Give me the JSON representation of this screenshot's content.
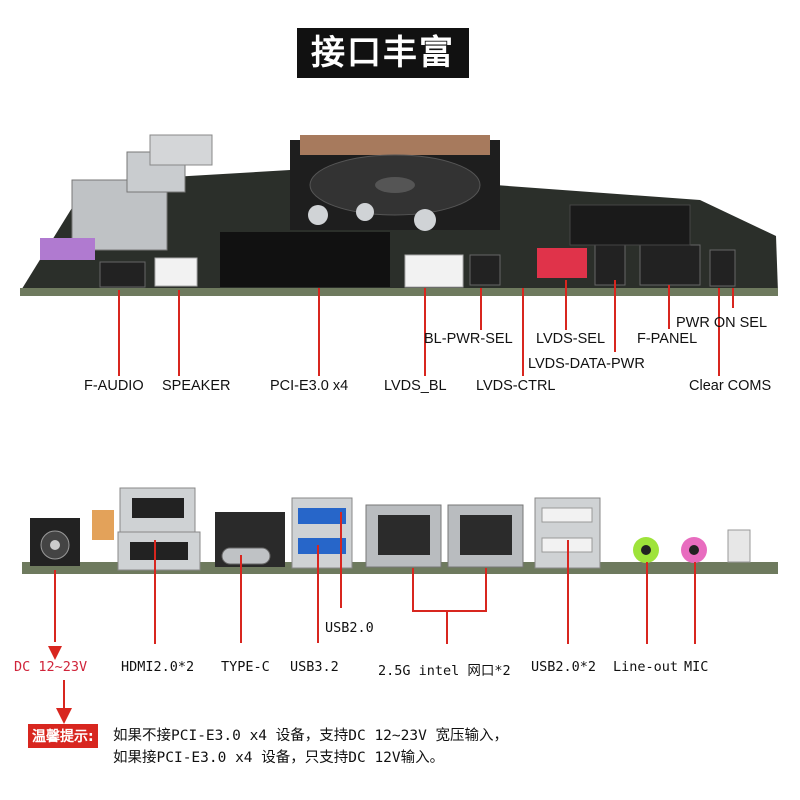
{
  "title": "接口丰富",
  "top_labels": {
    "f_audio": "F-AUDIO",
    "speaker": "SPEAKER",
    "pcie": "PCI-E3.0 x4",
    "lvds_bl": "LVDS_BL",
    "lvds_ctrl": "LVDS-CTRL",
    "bl_pwr_sel": "BL-PWR-SEL",
    "lvds_sel": "LVDS-SEL",
    "lvds_data_pwr": "LVDS-DATA-PWR",
    "f_panel": "F-PANEL",
    "pwr_on_sel": "PWR ON SEL",
    "clear_coms": "Clear COMS"
  },
  "bottom_labels": {
    "dc": "DC 12~23V",
    "hdmi": "HDMI2.0*2",
    "typec": "TYPE-C",
    "usb32": "USB3.2",
    "usb20": "USB2.0",
    "lan": "2.5G intel 网口*2",
    "usb20x2": "USB2.0*2",
    "lineout": "Line-out",
    "mic": "MIC"
  },
  "notice": {
    "tag": "温馨提示:",
    "line1": "如果不接PCI-E3.0 x4 设备，支持DC 12~23V 宽压输入，",
    "line2": "如果接PCI-E3.0 x4 设备，只支持DC 12V输入。"
  },
  "colors": {
    "accent_red": "#d8261f",
    "dc_label": "#d0243a"
  }
}
